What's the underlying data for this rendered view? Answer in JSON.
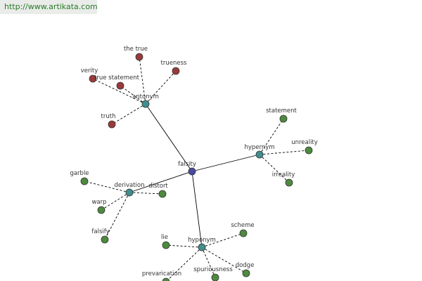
{
  "site_url": "http://www.artikata.com",
  "colors": {
    "center": "#4a4aa0",
    "relation": "#3f8f8f",
    "antonym_leaf": "#9a3a3a",
    "leaf": "#4e8a3e",
    "solid_edge": "#000000",
    "dashed_edge": "#000000"
  },
  "graph": {
    "center": {
      "id": "falsity",
      "label": "falsity"
    },
    "relations": [
      {
        "id": "antonym",
        "label": "antonym",
        "leaves": [
          "the true",
          "trueness",
          "verity",
          "true statement",
          "truth"
        ]
      },
      {
        "id": "hypernym",
        "label": "hypernym",
        "leaves": [
          "statement",
          "unreality",
          "irreality"
        ]
      },
      {
        "id": "derivation",
        "label": "derivation",
        "leaves": [
          "garble",
          "distort",
          "warp",
          "falsify"
        ]
      },
      {
        "id": "hyponym",
        "label": "hyponym",
        "leaves": [
          "scheme",
          "lie",
          "dodge",
          "spuriousness",
          "prevarication"
        ]
      }
    ]
  }
}
